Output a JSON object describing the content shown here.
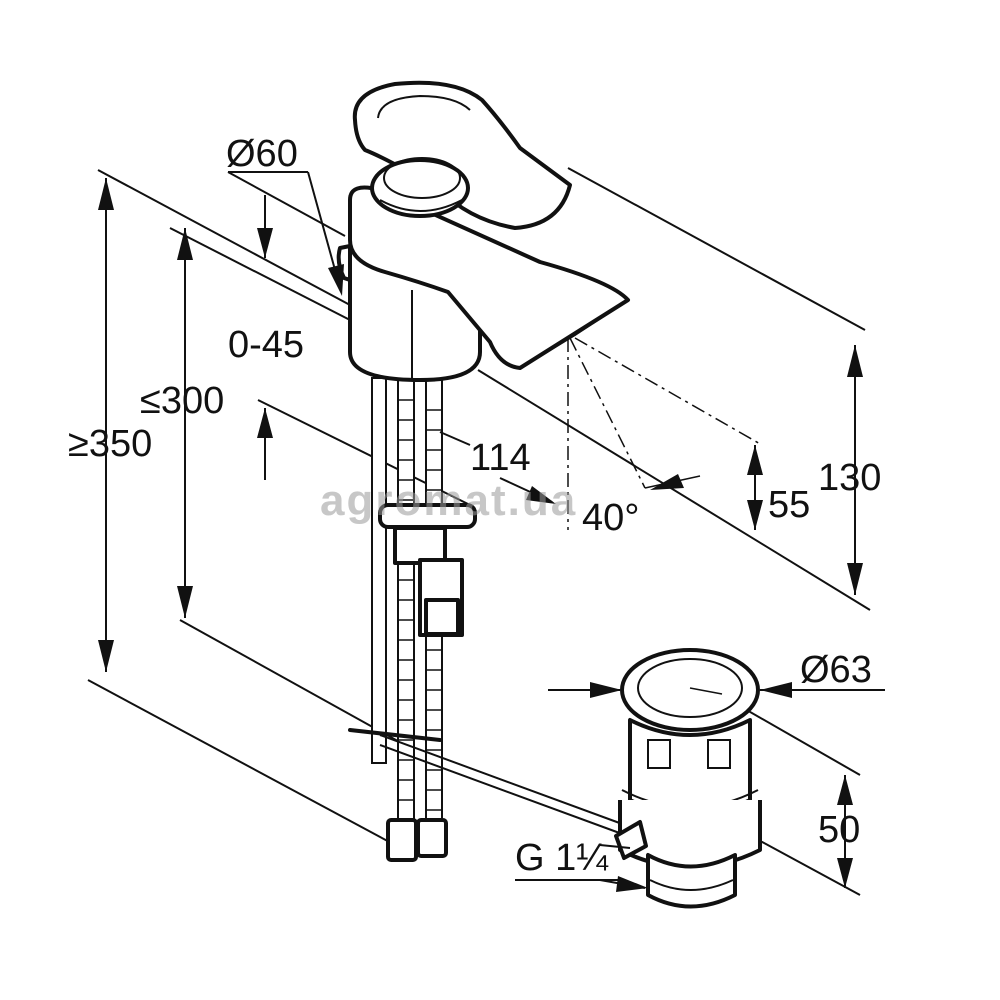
{
  "diagram": {
    "labels": {
      "dia_60": "Ø60",
      "range_0_45": "0-45",
      "le_300": "≤300",
      "ge_350": "≥350",
      "dim_114": "114",
      "angle_40": "40°",
      "dim_55": "55",
      "dim_130": "130",
      "dia_63": "Ø63",
      "dim_50": "50",
      "thread_g": "G 1¼"
    },
    "watermark": "agromat.ua"
  }
}
